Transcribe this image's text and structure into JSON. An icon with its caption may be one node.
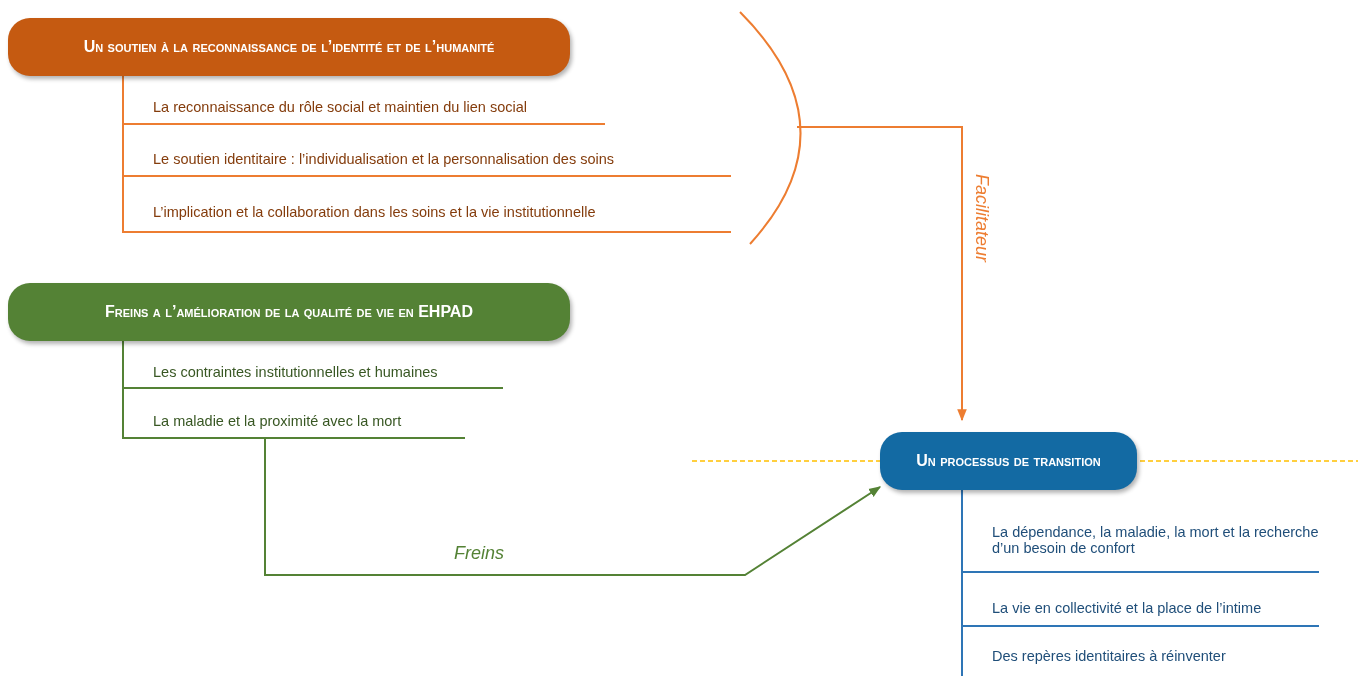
{
  "diagram": {
    "nodes": [
      {
        "text": [
          "Un soutien à la reconnaissance de l’identité et de l’humanité"
        ]
      },
      {
        "text": [
          "La reconnaissance du rôle social et maintien du lien social"
        ]
      },
      {
        "text": [
          "Le soutien identitaire : l’individualisation et la personnalisation des soins"
        ]
      },
      {
        "text": [
          "L’implication et la collaboration dans les soins et la vie institutionnelle"
        ]
      },
      {
        "text": [],
        "shape": "bracket"
      },
      {
        "text": [
          "Freins a l’amélioration de la qualité de vie en EHPAD"
        ]
      },
      {
        "text": [
          "Les contraintes institutionnelles et humaines"
        ]
      },
      {
        "text": [
          "La maladie et la proximité avec la mort"
        ]
      },
      {
        "text": [
          "Un processus de transition"
        ]
      },
      {
        "text": [
          "La dépendance, la maladie, la mort et la recherche d’un besoin de confort"
        ]
      },
      {
        "text": [
          "La vie en collectivité et la place de l’intime"
        ]
      },
      {
        "text": [
          "Des repères identitaires à réinventer"
        ]
      }
    ],
    "edges": [
      {
        "from": 0,
        "to": 1,
        "arrow": "none",
        "color": "#ed7d31"
      },
      {
        "from": 0,
        "to": 2,
        "arrow": "none",
        "color": "#ed7d31"
      },
      {
        "from": 0,
        "to": 3,
        "arrow": "none",
        "color": "#ed7d31"
      },
      {
        "from": 5,
        "to": 6,
        "arrow": "none",
        "color": "#548235"
      },
      {
        "from": 5,
        "to": 7,
        "arrow": "none",
        "color": "#548235"
      },
      {
        "from": 8,
        "to": 9,
        "arrow": "none",
        "color": "#2e75b6"
      },
      {
        "from": 8,
        "to": 10,
        "arrow": "none",
        "color": "#2e75b6"
      },
      {
        "from": 8,
        "to": 11,
        "arrow": "none",
        "color": "#2e75b6"
      },
      {
        "from": 4,
        "to": 8,
        "arrow": "to",
        "label": "Facilitateur",
        "color": "#ed7d31"
      },
      {
        "from": 7,
        "to": 8,
        "arrow": "to",
        "label": "Freins",
        "color": "#548235"
      }
    ]
  }
}
